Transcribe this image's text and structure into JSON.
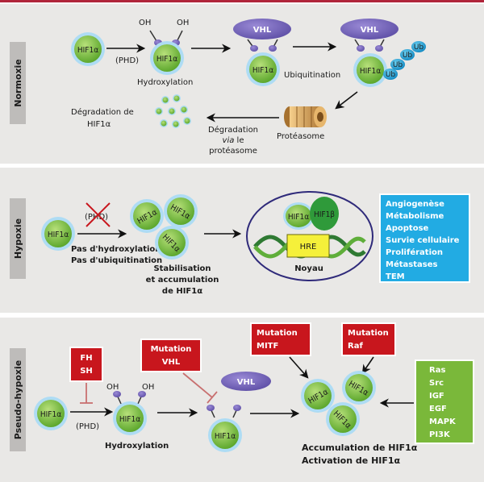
{
  "colors": {
    "top_rule": "#b0253a",
    "band": "#e9e8e6",
    "band_label_bg": "#bebcba",
    "cell_green": "#79c143",
    "cell_halo": "#aedcf4",
    "vhl": "#7c6cc0",
    "ub": "#22a7d9",
    "red_box": "#c8161d",
    "blue_box": "#22abe3",
    "green_box": "#7ab83a"
  },
  "sections": {
    "normoxie": "Normoxie",
    "hypoxie": "Hypoxie",
    "pseudo": "Pseudo-hypoxie"
  },
  "molecules": {
    "hif": "HIF1α",
    "vhl": "VHL",
    "oh": "OH",
    "ub": "Ub",
    "hre": "HRE",
    "hif1b": "HIF1β"
  },
  "normoxie": {
    "phd": "(PHD)",
    "hydroxylation": "Hydroxylation",
    "ubiquitination": "Ubiquitination",
    "proteasome": "Protéasome",
    "deg_via": [
      "Dégradation",
      "via le",
      "protéasome"
    ],
    "deg_hif": [
      "Dégradation de",
      "HIF1α"
    ]
  },
  "hypoxie": {
    "phd": "(PHD)",
    "no_hydrox": "Pas d'hydroxylation",
    "no_ubiq": "Pas d'ubiquitination",
    "stab": [
      "Stabilisation",
      "et accumulation",
      "de HIF1α"
    ],
    "noyau": "Noyau",
    "effects": [
      "Angiogenèse",
      "Métabolisme",
      "Apoptose",
      "Survie cellulaire",
      "Prolifération",
      "Métastases",
      "TEM"
    ]
  },
  "pseudo": {
    "fh_sh": [
      "FH",
      "SH"
    ],
    "mut_vhl": [
      "Mutation",
      "VHL"
    ],
    "mut_mitf": [
      "Mutation",
      "MITF"
    ],
    "mut_raf": [
      "Mutation",
      "Raf"
    ],
    "pathways": [
      "Ras",
      "Src",
      "IGF",
      "EGF",
      "MAPK",
      "PI3K"
    ],
    "phd": "(PHD)",
    "hydroxylation": "Hydroxylation",
    "accum": "Accumulation de HIF1α",
    "activation": "Activation de HIF1α"
  }
}
